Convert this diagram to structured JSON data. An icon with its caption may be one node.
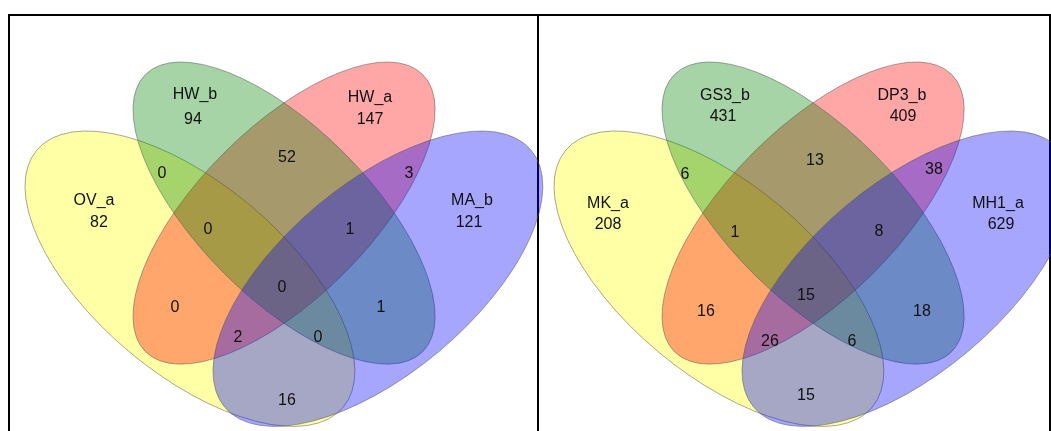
{
  "diagram": {
    "nodes": [
      {
        "text": [],
        "shape": "box"
      },
      {
        "text": [
          "HW_b",
          "94"
        ],
        "in": 0
      },
      {
        "text": [
          "HW_a",
          "147"
        ],
        "in": 0
      },
      {
        "text": [
          "OV_a",
          "82"
        ],
        "in": 0
      },
      {
        "text": [
          "MA_b",
          "121"
        ],
        "in": 0
      },
      {
        "text": [],
        "shape": "box"
      },
      {
        "text": [
          "GS3_b",
          "431"
        ],
        "in": 5
      },
      {
        "text": [
          "DP3_b",
          "409"
        ],
        "in": 5
      },
      {
        "text": [
          "MK_a",
          "208"
        ],
        "in": 5
      },
      {
        "text": [
          "MH1_a",
          "629"
        ],
        "in": 5
      }
    ],
    "edges": [],
    "labels": [
      "52",
      "0",
      "3",
      "0",
      "1",
      "0",
      "0",
      "1",
      "2",
      "0",
      "16",
      "13",
      "6",
      "38",
      "1",
      "8",
      "15",
      "16",
      "18",
      "26",
      "6",
      "15"
    ]
  }
}
